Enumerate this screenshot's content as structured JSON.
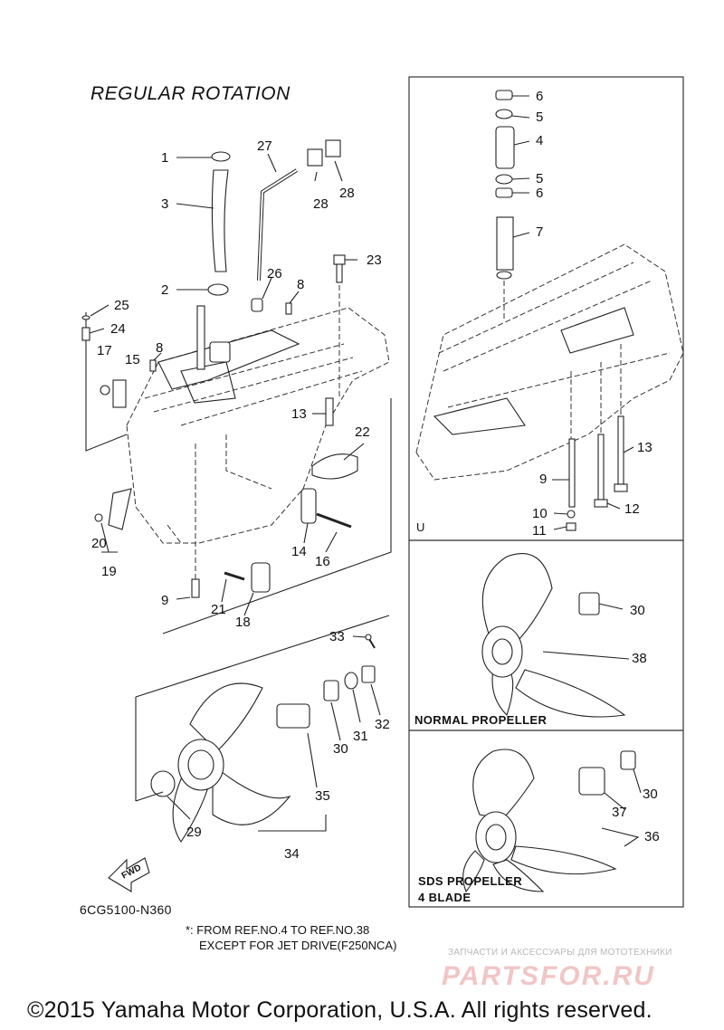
{
  "title": "REGULAR ROTATION",
  "callouts": {
    "c1": "1",
    "c2": "2",
    "c3": "3",
    "c4": "4",
    "c5a": "5",
    "c5b": "5",
    "c6a": "6",
    "c6b": "6",
    "c7": "7",
    "c8a": "8",
    "c8b": "8",
    "c9a": "9",
    "c9b": "9",
    "c10": "10",
    "c11": "11",
    "c12": "12",
    "c13a": "13",
    "c13b": "13",
    "c14": "14",
    "c15": "15",
    "c16": "16",
    "c17": "17",
    "c18": "18",
    "c19": "19",
    "c20": "20",
    "c21": "21",
    "c22": "22",
    "c23": "23",
    "c24": "24",
    "c25": "25",
    "c26": "26",
    "c27": "27",
    "c28a": "28",
    "c28b": "28",
    "c29": "29",
    "c30a": "30",
    "c30b": "30",
    "c30c": "30",
    "c31": "31",
    "c32": "32",
    "c33": "33",
    "c34": "34",
    "c35": "35",
    "c36": "36",
    "c37": "37",
    "c38": "38"
  },
  "panels": {
    "u_label": "U",
    "normal_propeller": "NORMAL PROPELLER",
    "sds_propeller_line1": "SDS PROPELLER",
    "sds_propeller_line2": "4 BLADE"
  },
  "fwd_label": "FWD",
  "diagram_code": "6CG5100-N360",
  "note_line1": "*: FROM REF.NO.4 TO REF.NO.38",
  "note_line2": "EXCEPT FOR JET DRIVE(F250NCA)",
  "watermark_small": "ЗАПЧАСТИ И АКСЕССУАРЫ ДЛЯ МОТОТЕХНИКИ",
  "watermark_big": "PARTSFOR.RU",
  "copyright": "©2015 Yamaha Motor Corporation, U.S.A. All rights reserved."
}
